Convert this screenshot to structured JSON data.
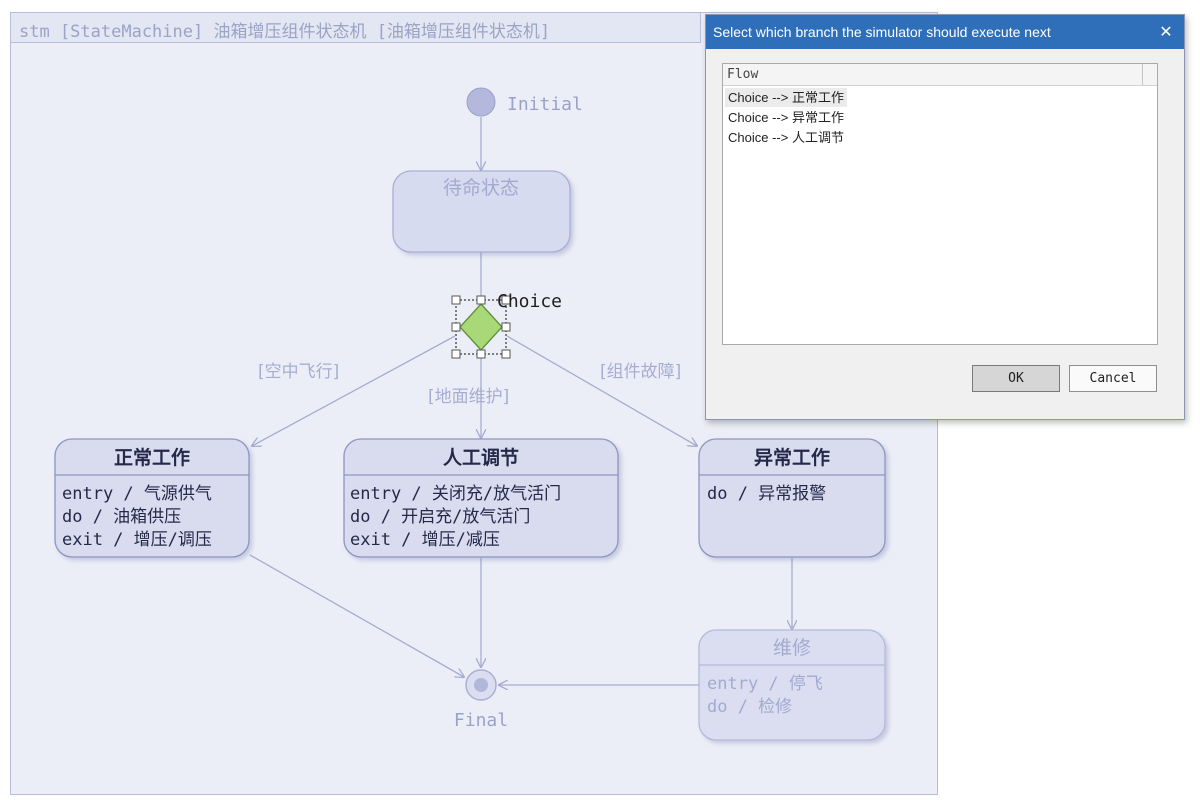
{
  "frame": {
    "title": "stm [StateMachine] 油箱增压组件状态机 [油箱增压组件状态机]"
  },
  "initial": {
    "label": "Initial"
  },
  "choice": {
    "label": "Choice"
  },
  "final": {
    "label": "Final"
  },
  "guards": {
    "left": "[空中飞行]",
    "middle": "[地面维护]",
    "right": "[组件故障]"
  },
  "states": {
    "standby": {
      "name": "待命状态"
    },
    "normal": {
      "name": "正常工作",
      "actions": [
        "entry / 气源供气",
        "do / 油箱供压",
        "exit / 增压/调压"
      ]
    },
    "manual": {
      "name": "人工调节",
      "actions": [
        "entry / 关闭充/放气活门",
        "do / 开启充/放气活门",
        "exit / 增压/减压"
      ]
    },
    "abnormal": {
      "name": "异常工作",
      "actions": [
        "do / 异常报警"
      ]
    },
    "repair": {
      "name": "维修",
      "actions": [
        "entry / 停飞",
        "do / 检修"
      ]
    }
  },
  "dialog": {
    "title": "Select which branch the simulator should execute next",
    "close_glyph": "✕",
    "column_header": "Flow",
    "items": [
      "Choice --> 正常工作",
      "Choice --> 异常工作",
      "Choice --> 人工调节"
    ],
    "ok_label": "OK",
    "cancel_label": "Cancel"
  },
  "colors": {
    "state_fill": "#d8dcee",
    "state_border": "#8d95c2",
    "accent": "#2f6fba",
    "choice_fill": "#a9d878"
  }
}
